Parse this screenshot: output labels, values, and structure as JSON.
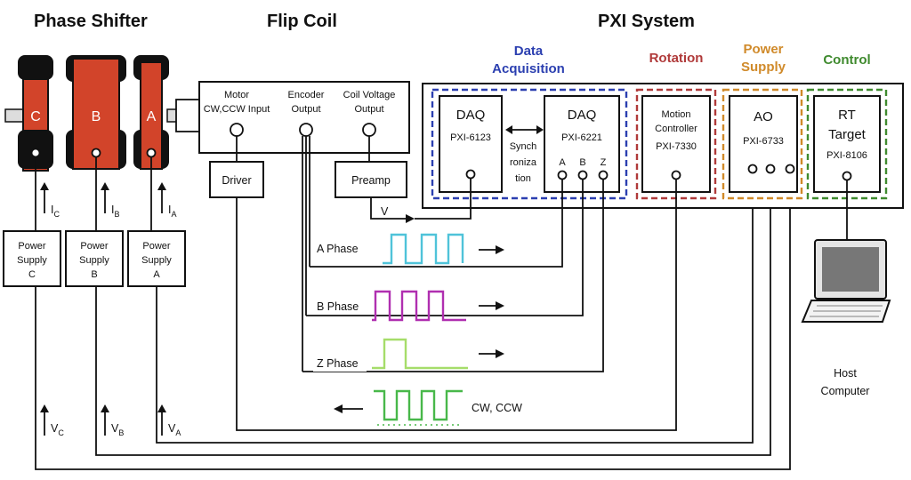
{
  "titles": {
    "phase_shifter": "Phase Shifter",
    "flip_coil": "Flip Coil",
    "pxi_system": "PXI System"
  },
  "groups": {
    "data_acquisition": {
      "line1": "Data",
      "line2": "Acquisition",
      "color": "#2b3fb0"
    },
    "rotation": {
      "label": "Rotation",
      "color": "#b03a3a"
    },
    "power_supply": {
      "line1": "Power",
      "line2": "Supply",
      "color": "#d08a2a"
    },
    "control": {
      "label": "Control",
      "color": "#3f8a2e"
    }
  },
  "shifter": {
    "cells": [
      "C",
      "B",
      "A"
    ],
    "currents": [
      {
        "main": "I",
        "sub": "C"
      },
      {
        "main": "I",
        "sub": "B"
      },
      {
        "main": "I",
        "sub": "A"
      }
    ],
    "voltages": [
      {
        "main": "V",
        "sub": "C"
      },
      {
        "main": "V",
        "sub": "B"
      },
      {
        "main": "V",
        "sub": "A"
      }
    ],
    "cell_color": "#d2442a"
  },
  "power_supplies": [
    {
      "line1": "Power",
      "line2": "Supply",
      "line3": "C"
    },
    {
      "line1": "Power",
      "line2": "Supply",
      "line3": "B"
    },
    {
      "line1": "Power",
      "line2": "Supply",
      "line3": "A"
    }
  ],
  "flip_coil": {
    "motor": {
      "line1": "Motor",
      "line2": "CW,CCW Input"
    },
    "encoder": {
      "line1": "Encoder",
      "line2": "Output"
    },
    "coil_voltage": {
      "line1": "Coil Voltage",
      "line2": "Output"
    },
    "driver": "Driver",
    "preamp": "Preamp",
    "v_label": "V"
  },
  "pxi": {
    "daq1": {
      "title": "DAQ",
      "model": "PXI-6123"
    },
    "sync": {
      "line1": "Synch",
      "line2": "roniza",
      "line3": "tion"
    },
    "daq2": {
      "title": "DAQ",
      "model": "PXI-6221",
      "ports": [
        "A",
        "B",
        "Z"
      ]
    },
    "motion": {
      "line1": "Motion",
      "line2": "Controller",
      "model": "PXI-7330"
    },
    "ao": {
      "title": "AO",
      "model": "PXI-6733"
    },
    "rt": {
      "line1": "RT",
      "line2": "Target",
      "model": "PXI-8106"
    }
  },
  "signals": [
    {
      "label": "A Phase",
      "color": "#4fc3d9"
    },
    {
      "label": "B Phase",
      "color": "#b02fb0"
    },
    {
      "label": "Z Phase",
      "color": "#a6dd6a"
    },
    {
      "label": "CW, CCW",
      "color": "#48b84a"
    }
  ],
  "host": {
    "line1": "Host",
    "line2": "Computer"
  }
}
